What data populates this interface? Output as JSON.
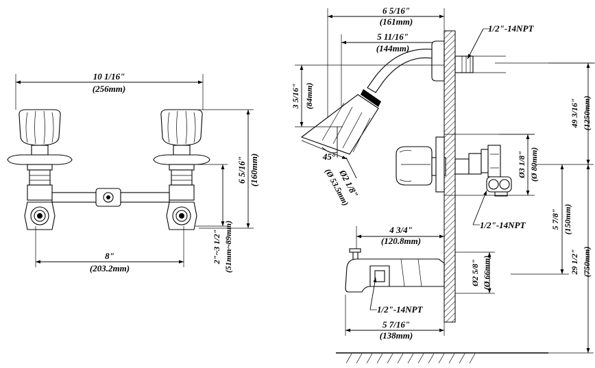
{
  "diagram": {
    "front_view": {
      "overall_width": "10 1/16\"",
      "overall_width_metric": "(256mm)",
      "height": "6 5/16\"",
      "height_metric": "(160mm)",
      "center_spacing": "8\"",
      "center_spacing_metric": "(203.2mm)",
      "offset": "2\"~3 1/2\"",
      "offset_metric": "(51mm~89mm)"
    },
    "side_view": {
      "total_depth": "6 5/16\"",
      "total_depth_metric": "(161mm)",
      "arm_reach": "5 11/16\"",
      "arm_reach_metric": "(144mm)",
      "shower_connection": "1/2\"-14NPT",
      "head_drop": "3 5/16\"",
      "head_drop_metric": "(84mm)",
      "head_angle": "45°",
      "head_diameter": "Ø2 1/8\"",
      "head_diameter_metric": "(Ø 53.5mm)",
      "shower_height": "49 3/16\"",
      "shower_height_metric": "(1250mm)",
      "escutcheon_diameter": "Ø3 1/8\"",
      "escutcheon_diameter_metric": "(Ø 80mm)",
      "valve_connection": "1/2\"-14NPT",
      "valve_to_spout": "5 7/8\"",
      "valve_to_spout_metric": "(150mm)",
      "spout_reach": "4 3/4\"",
      "spout_reach_metric": "(120.8mm)",
      "spout_diameter": "Ø2 5/8\"",
      "spout_diameter_metric": "(Ø 66mm)",
      "spout_connection": "1/2\"-14NPT",
      "spout_length": "5 7/16\"",
      "spout_length_metric": "(138mm)",
      "valve_height": "29 1/2\"",
      "valve_height_metric": "(750mm)"
    }
  }
}
